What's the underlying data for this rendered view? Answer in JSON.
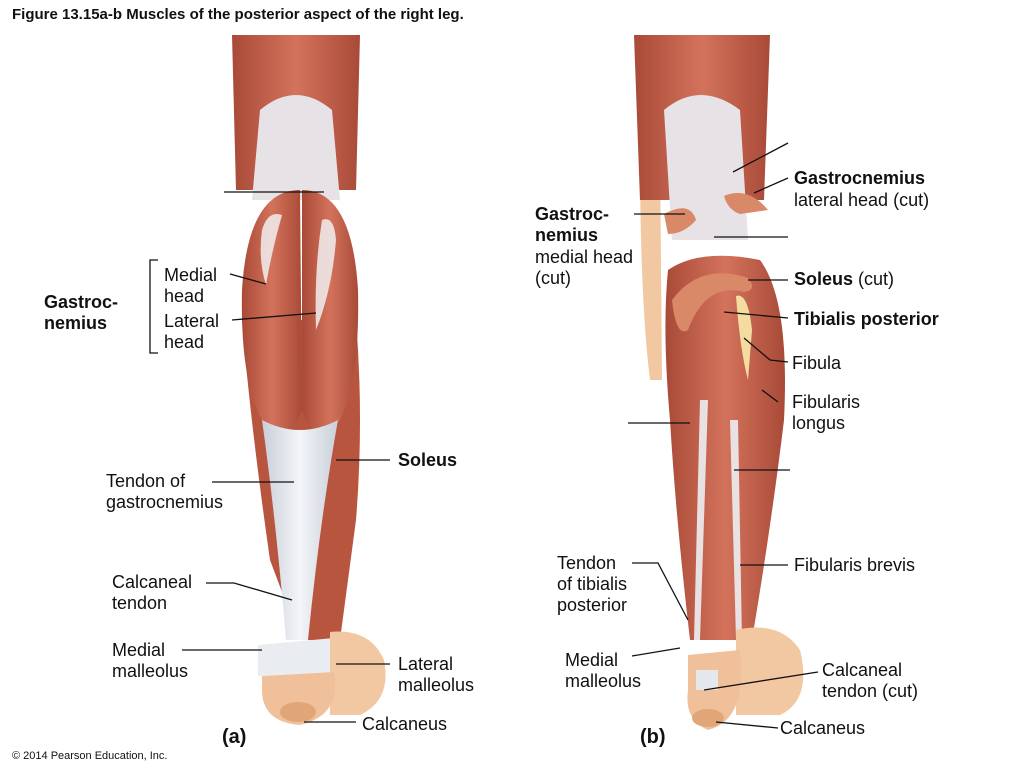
{
  "title": "Figure 13.15a-b  Muscles of the posterior aspect of the right leg.",
  "copyright": "© 2014 Pearson Education, Inc.",
  "colors": {
    "muscle": "#c9624d",
    "muscle_dark": "#a94a38",
    "tendon": "#e4e7ec",
    "skin": "#f2c8a3",
    "line": "#111111"
  },
  "panel_a": {
    "tag": "(a)",
    "gastroc_group": "Gastroc-\nnemius",
    "medial_head": "Medial\nhead",
    "lateral_head": "Lateral\nhead",
    "soleus": "Soleus",
    "tendon_gastroc": "Tendon of\ngastrocnemius",
    "calcaneal_tendon": "Calcaneal\ntendon",
    "medial_malleolus": "Medial\nmalleolus",
    "lateral_malleolus": "Lateral\nmalleolus",
    "calcaneus": "Calcaneus"
  },
  "panel_b": {
    "tag": "(b)",
    "gastroc_lateral_bold": "Gastrocnemius",
    "gastroc_lateral_rest": "lateral head (cut)",
    "gastroc_medial_bold": "Gastroc-\nnemius",
    "gastroc_medial_rest": "medial head\n(cut)",
    "soleus_bold": "Soleus",
    "soleus_rest": " (cut)",
    "tibialis_posterior": "Tibialis posterior",
    "fibula": "Fibula",
    "fibularis_longus": "Fibularis\nlongus",
    "fibularis_brevis": "Fibularis brevis",
    "tendon_tibialis": "Tendon\nof tibialis\nposterior",
    "medial_malleolus": "Medial\nmalleolus",
    "calcaneal_tendon_cut": "Calcaneal\ntendon (cut)",
    "calcaneus": "Calcaneus"
  }
}
